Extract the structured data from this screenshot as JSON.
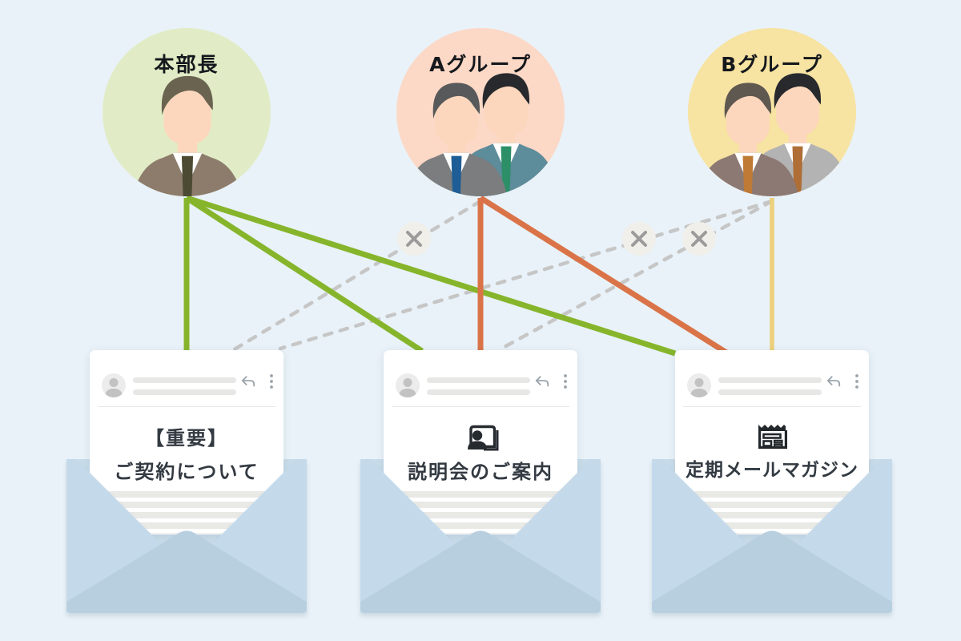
{
  "palette": {
    "background": "#e9f2f8",
    "envelope_back": "#c9dcea",
    "envelope_flap": "#c4daeb",
    "envelope_front": "#b8cfe0",
    "card_bg": "#ffffff",
    "card_text": "#333a42",
    "card_divider": "#e8e8e8",
    "placeholder_bar": "#e7e7e5",
    "letter_stripe": "#e9e9e6",
    "header_icon": "#9aa3ab",
    "avatar_bg": "#ececec",
    "avatar_glyph": "#c2c2c2",
    "blocked_line": "#c6c6c6",
    "badge_bg": "#f0efea",
    "badge_x": "#9b9b9b"
  },
  "groups": [
    {
      "label": "本部長",
      "circle_color": "#e1ecc6",
      "line_color": "#86b52c",
      "avatars": [
        {
          "hair": "#6a6350",
          "skin": "#fcd7bd",
          "suit": "#8d7c6c",
          "shirt": "#ffffff",
          "tie": "#4c4a33"
        }
      ]
    },
    {
      "label": "Aグループ",
      "circle_color": "#fcd8c6",
      "line_color": "#da7448",
      "avatars": [
        {
          "hair": "#58595a",
          "skin": "#fcd7bd",
          "suit": "#7b7d7e",
          "shirt": "#ffffff",
          "tie": "#1e5d95"
        },
        {
          "hair": "#27292c",
          "skin": "#fcd7bd",
          "suit": "#5d8c9b",
          "shirt": "#ffffff",
          "tie": "#2d8f68"
        }
      ]
    },
    {
      "label": "Bグループ",
      "circle_color": "#f7e3a2",
      "line_color": "#ecd07b",
      "avatars": [
        {
          "hair": "#5f5850",
          "skin": "#fcd7bd",
          "suit": "#8d7973",
          "shirt": "#ffffff",
          "tie": "#bf7a36"
        },
        {
          "hair": "#27292c",
          "skin": "#fcd7bd",
          "suit": "#b3b3b3",
          "shirt": "#ffffff",
          "tie": "#ae6e35"
        }
      ]
    }
  ],
  "emails": [
    {
      "icon": null,
      "title_lines": [
        "【重要】",
        "ご契約について"
      ]
    },
    {
      "icon": "presenter-icon",
      "title_lines": [
        "説明会のご案内"
      ]
    },
    {
      "icon": "newspaper-icon",
      "title_lines": [
        "定期メールマガジン"
      ]
    }
  ],
  "connections": [
    {
      "from": 0,
      "to": 0,
      "status": "delivered"
    },
    {
      "from": 0,
      "to": 1,
      "status": "delivered"
    },
    {
      "from": 0,
      "to": 2,
      "status": "delivered"
    },
    {
      "from": 1,
      "to": 1,
      "status": "delivered"
    },
    {
      "from": 1,
      "to": 2,
      "status": "delivered"
    },
    {
      "from": 2,
      "to": 2,
      "status": "delivered"
    },
    {
      "from": 1,
      "to": 0,
      "status": "blocked"
    },
    {
      "from": 2,
      "to": 0,
      "status": "blocked"
    },
    {
      "from": 2,
      "to": 1,
      "status": "blocked"
    }
  ]
}
